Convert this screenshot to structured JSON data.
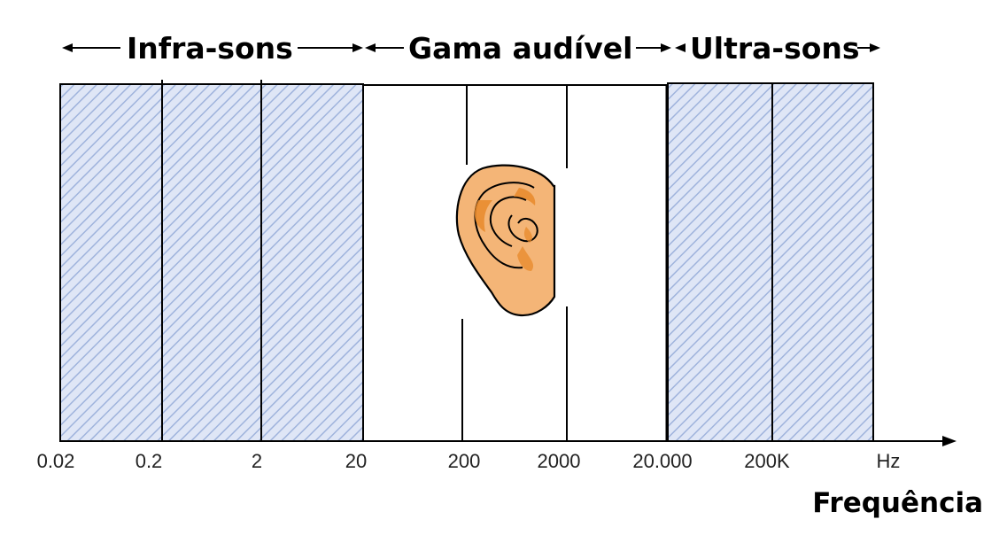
{
  "regions": {
    "infra": "Infra-sons",
    "audible": "Gama audível",
    "ultra": "Ultra-sons"
  },
  "ticks": [
    "0.02",
    "0.2",
    "2",
    "20",
    "200",
    "2000",
    "20.000",
    "200K",
    "Hz"
  ],
  "axis_title": "Frequência",
  "colors": {
    "hatch_fill": "#dfe6f6",
    "hatch_line": "#9fb3dc",
    "ear_skin": "#f4b577",
    "ear_shadow": "#e8892a",
    "ear_outline": "#000000"
  }
}
